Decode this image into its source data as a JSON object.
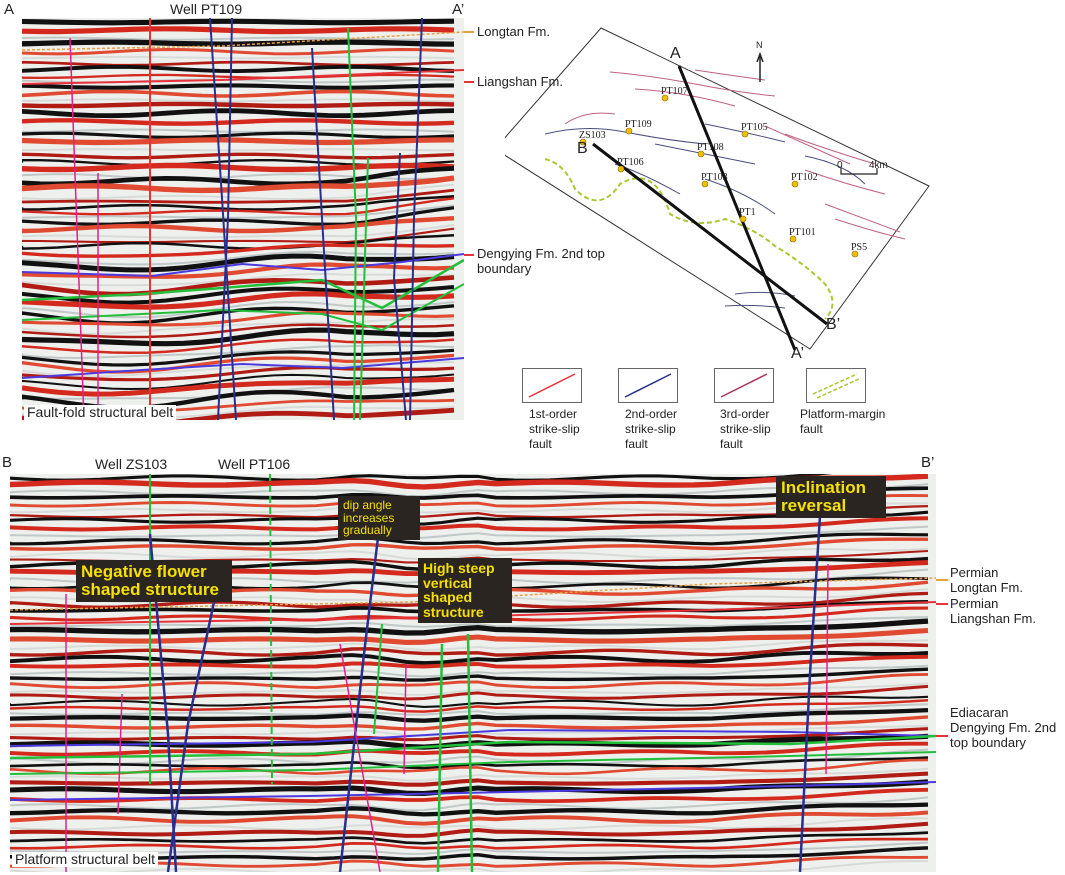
{
  "panel_a": {
    "left_letter": "A",
    "right_letter": "A’",
    "well": "Well PT109",
    "belt": "Fault-fold structural belt",
    "horizons": [
      "Longtan Fm.",
      "Liangshan Fm.",
      "Dengying Fm. 2nd top boundary"
    ]
  },
  "panel_b": {
    "left_letter": "B",
    "right_letter": "B’",
    "well1": "Well ZS103",
    "well2": "Well PT106",
    "belt": "Platform structural belt",
    "callouts": {
      "flower": "Negative flower shaped structure",
      "dip": "dip angle increases gradually",
      "steep": "High steep vertical shaped structure",
      "inclination": "Inclination reversal"
    },
    "horizons": [
      "Permian Longtan Fm.",
      "Permian Liangshan Fm.",
      "Ediacaran Dengying Fm. 2nd top boundary"
    ]
  },
  "map": {
    "north": "N",
    "scale_start": "0",
    "scale_end": "4km",
    "section_ends": [
      "A",
      "A’",
      "B",
      "B’"
    ],
    "wells": [
      "PT107",
      "ZS103",
      "PT109",
      "PT105",
      "PT106",
      "PT108",
      "PT103",
      "PT102",
      "PT1",
      "PT101",
      "PS5"
    ]
  },
  "legend": {
    "items": [
      {
        "label": "1st-order strike-slip fault",
        "color": "#e8323a"
      },
      {
        "label": "2nd-order strike-slip fault",
        "color": "#2a2f8f"
      },
      {
        "label": "3rd-order strike-slip fault",
        "color": "#b03060"
      },
      {
        "label": "Platform-margin fault",
        "color": "#a8c832"
      }
    ]
  },
  "colors": {
    "fault_1st": "#e8323a",
    "fault_2nd": "#2a2f8f",
    "fault_3rd": "#b03060",
    "platform_margin": "#a8c832",
    "seismic_red": "#d42a1e",
    "seismic_black": "#111111",
    "horizon_green": "#22c03a",
    "horizon_blue": "#4a3adf",
    "well_pink": "#e0208a",
    "callout_bg": "#2a2520",
    "callout_text": "#f5e000"
  }
}
